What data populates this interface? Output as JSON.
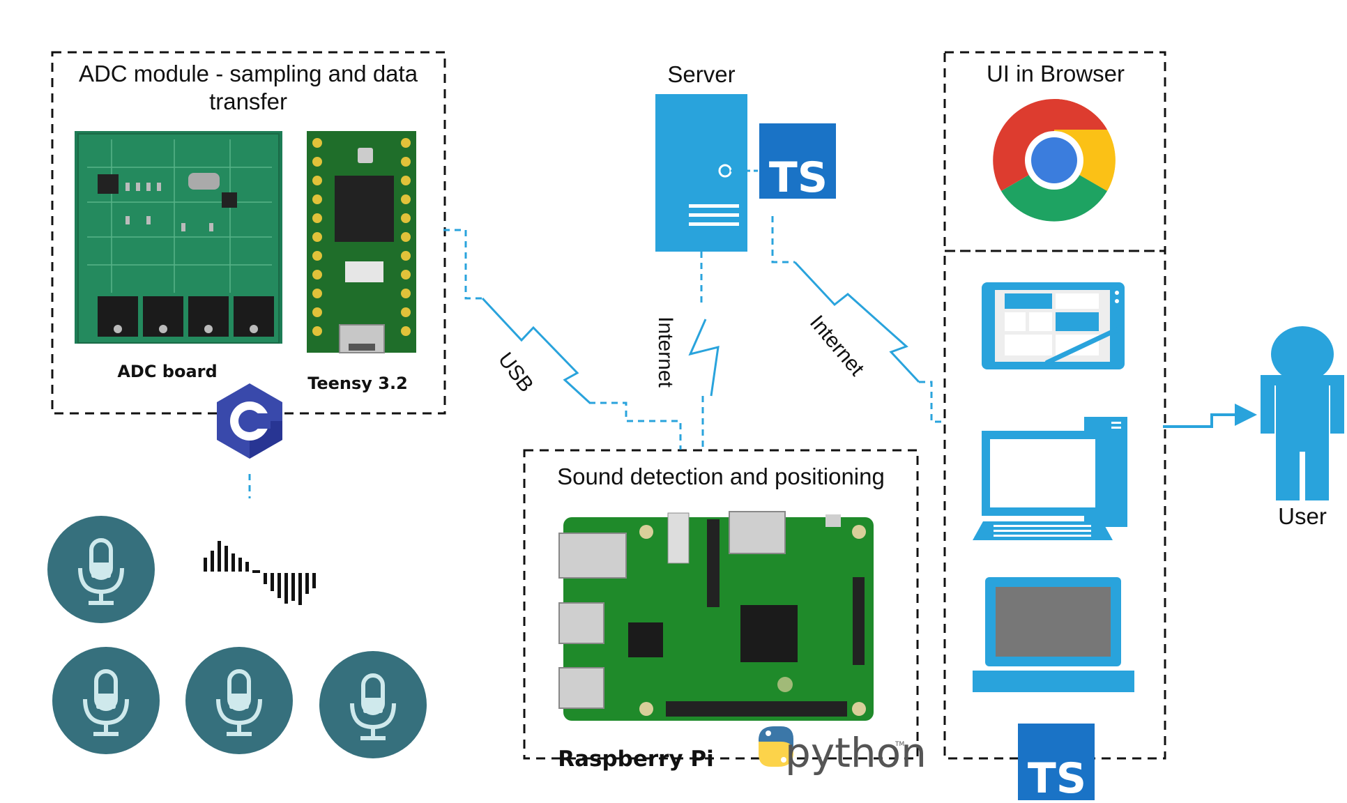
{
  "colors": {
    "accent_blue": "#29a3dc",
    "ts_blue": "#1a73c6",
    "mic_teal": "#36707d",
    "mic_glyph": "#cfe9ec",
    "pcb_green": "#1f8a2a",
    "box_border": "#111111"
  },
  "adc_module": {
    "title_line1": "ADC module - sampling and data",
    "title_line2": "transfer",
    "adc_board_label": "ADC board",
    "teensy_label": "Teensy 3.2",
    "c_logo": "C"
  },
  "server": {
    "title": "Server",
    "ts_logo": "TS"
  },
  "browser_ui": {
    "title": "UI in Browser",
    "ts_logo": "TS"
  },
  "sound_detection": {
    "title": "Sound detection and positioning",
    "rpi_label": "Raspberry Pi",
    "python_logo": "python",
    "python_tm": "TM"
  },
  "links": {
    "usb": "USB",
    "internet_vertical": "Internet",
    "internet_diagonal": "Internet"
  },
  "user": {
    "label": "User"
  },
  "icons": [
    "microphone-icon",
    "soundwave-icon",
    "chrome-icon",
    "tablet-icon",
    "desktop-icon",
    "laptop-icon",
    "user-icon",
    "server-icon",
    "lightning-icon"
  ]
}
